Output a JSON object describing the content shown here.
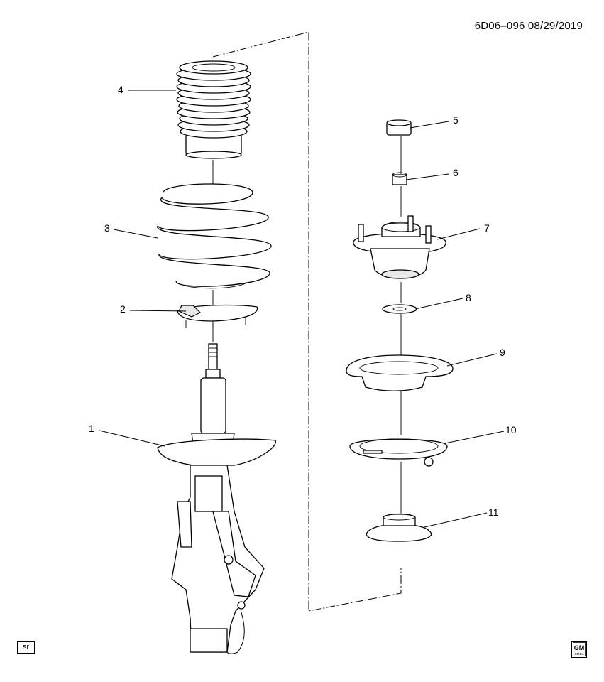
{
  "header": {
    "doc_id": "6D06–096  08/29/2019"
  },
  "footer": {
    "sr_label": "sr",
    "logo_top": "GM",
    "logo_bottom": "GMCA"
  },
  "callouts": [
    "1",
    "2",
    "3",
    "4",
    "5",
    "6",
    "7",
    "8",
    "9",
    "10",
    "11"
  ]
}
